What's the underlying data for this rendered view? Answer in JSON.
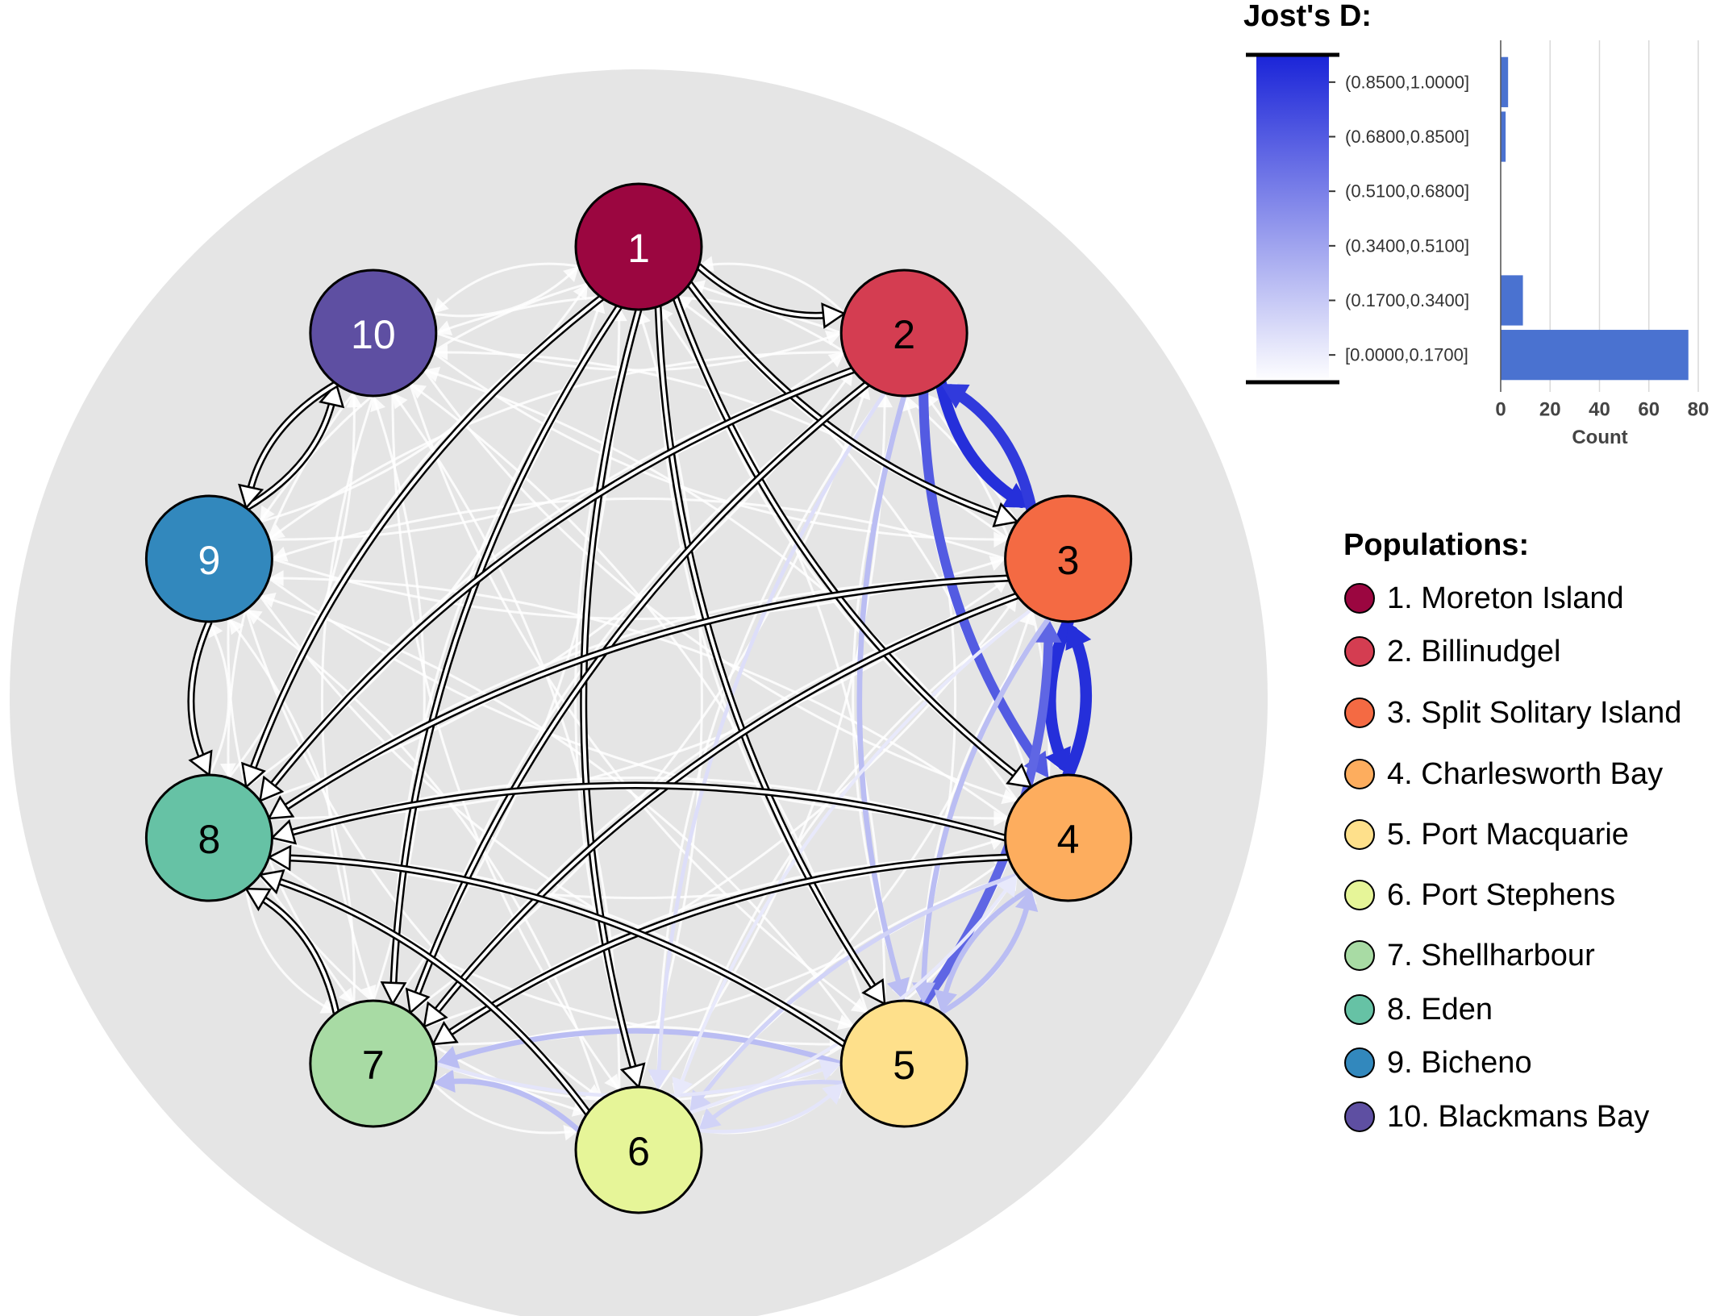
{
  "colorbar": {
    "title": "Jost's D:",
    "bins": [
      "[0.0000,0.1700]",
      "(0.1700,0.3400]",
      "(0.3400,0.5100]",
      "(0.5100,0.6800]",
      "(0.6800,0.8500]",
      "(0.8500,1.0000]"
    ],
    "gradient_low": "#ffffff",
    "gradient_high": "#1a24d8"
  },
  "histogram": {
    "xlabel": "Count",
    "ticks": [
      "0",
      "20",
      "40",
      "60",
      "80"
    ],
    "xlim": [
      0,
      80
    ],
    "counts": [
      76,
      9,
      0,
      0,
      2,
      3
    ],
    "bar_color": "#4a72d0"
  },
  "legend": {
    "title": "Populations:",
    "items": [
      {
        "label": "1. Moreton Island",
        "color": "#9b0640"
      },
      {
        "label": "2. Billinudgel",
        "color": "#d43d51"
      },
      {
        "label": "3. Split Solitary Island",
        "color": "#f46a43"
      },
      {
        "label": "4. Charlesworth Bay",
        "color": "#fdad5e"
      },
      {
        "label": "5. Port Macquarie",
        "color": "#fee08b"
      },
      {
        "label": "6. Port Stephens",
        "color": "#e6f598"
      },
      {
        "label": "7. Shellharbour",
        "color": "#a8dba4"
      },
      {
        "label": "8. Eden",
        "color": "#66c2a5"
      },
      {
        "label": "9. Bicheno",
        "color": "#3288bd"
      },
      {
        "label": "10. Blackmans Bay",
        "color": "#5e4fa2"
      }
    ]
  },
  "nodes": [
    {
      "label": "1",
      "color": "#9b0640",
      "text_color": "#ffffff"
    },
    {
      "label": "2",
      "color": "#d43d51",
      "text_color": "#000000"
    },
    {
      "label": "3",
      "color": "#f46a43",
      "text_color": "#000000"
    },
    {
      "label": "4",
      "color": "#fdad5e",
      "text_color": "#000000"
    },
    {
      "label": "5",
      "color": "#fee08b",
      "text_color": "#000000"
    },
    {
      "label": "6",
      "color": "#e6f598",
      "text_color": "#000000"
    },
    {
      "label": "7",
      "color": "#a8dba4",
      "text_color": "#000000"
    },
    {
      "label": "8",
      "color": "#66c2a5",
      "text_color": "#000000"
    },
    {
      "label": "9",
      "color": "#3288bd",
      "text_color": "#ffffff"
    },
    {
      "label": "10",
      "color": "#5e4fa2",
      "text_color": "#ffffff"
    }
  ],
  "edge_style": {
    "background_circle": "#e5e5e5",
    "light_edge": "#ffffff",
    "outlined_edge_fill": "#ffffff",
    "outlined_edge_stroke": "#000000"
  },
  "edges": {
    "outlined": [
      [
        1,
        2
      ],
      [
        1,
        3
      ],
      [
        1,
        4
      ],
      [
        1,
        5
      ],
      [
        1,
        6
      ],
      [
        1,
        7
      ],
      [
        1,
        8
      ],
      [
        2,
        7
      ],
      [
        2,
        8
      ],
      [
        3,
        7
      ],
      [
        3,
        8
      ],
      [
        4,
        7
      ],
      [
        4,
        8
      ],
      [
        5,
        8
      ],
      [
        6,
        8
      ],
      [
        9,
        8
      ],
      [
        9,
        10
      ],
      [
        10,
        9
      ],
      [
        7,
        8
      ]
    ],
    "blue": [
      {
        "from": 2,
        "to": 3,
        "d": 0.95
      },
      {
        "from": 3,
        "to": 2,
        "d": 0.9
      },
      {
        "from": 2,
        "to": 4,
        "d": 0.75
      },
      {
        "from": 3,
        "to": 4,
        "d": 0.95
      },
      {
        "from": 4,
        "to": 3,
        "d": 0.95
      },
      {
        "from": 5,
        "to": 3,
        "d": 0.7
      },
      {
        "from": 2,
        "to": 5,
        "d": 0.3
      },
      {
        "from": 3,
        "to": 5,
        "d": 0.3
      },
      {
        "from": 4,
        "to": 5,
        "d": 0.3
      },
      {
        "from": 5,
        "to": 4,
        "d": 0.3
      },
      {
        "from": 5,
        "to": 7,
        "d": 0.3
      },
      {
        "from": 6,
        "to": 7,
        "d": 0.3
      },
      {
        "from": 4,
        "to": 6,
        "d": 0.2
      },
      {
        "from": 5,
        "to": 6,
        "d": 0.2
      },
      {
        "from": 2,
        "to": 6,
        "d": 0.15
      },
      {
        "from": 7,
        "to": 5,
        "d": 0.12
      },
      {
        "from": 6,
        "to": 5,
        "d": 0.12
      },
      {
        "from": 6,
        "to": 4,
        "d": 0.1
      },
      {
        "from": 3,
        "to": 6,
        "d": 0.1
      }
    ]
  }
}
